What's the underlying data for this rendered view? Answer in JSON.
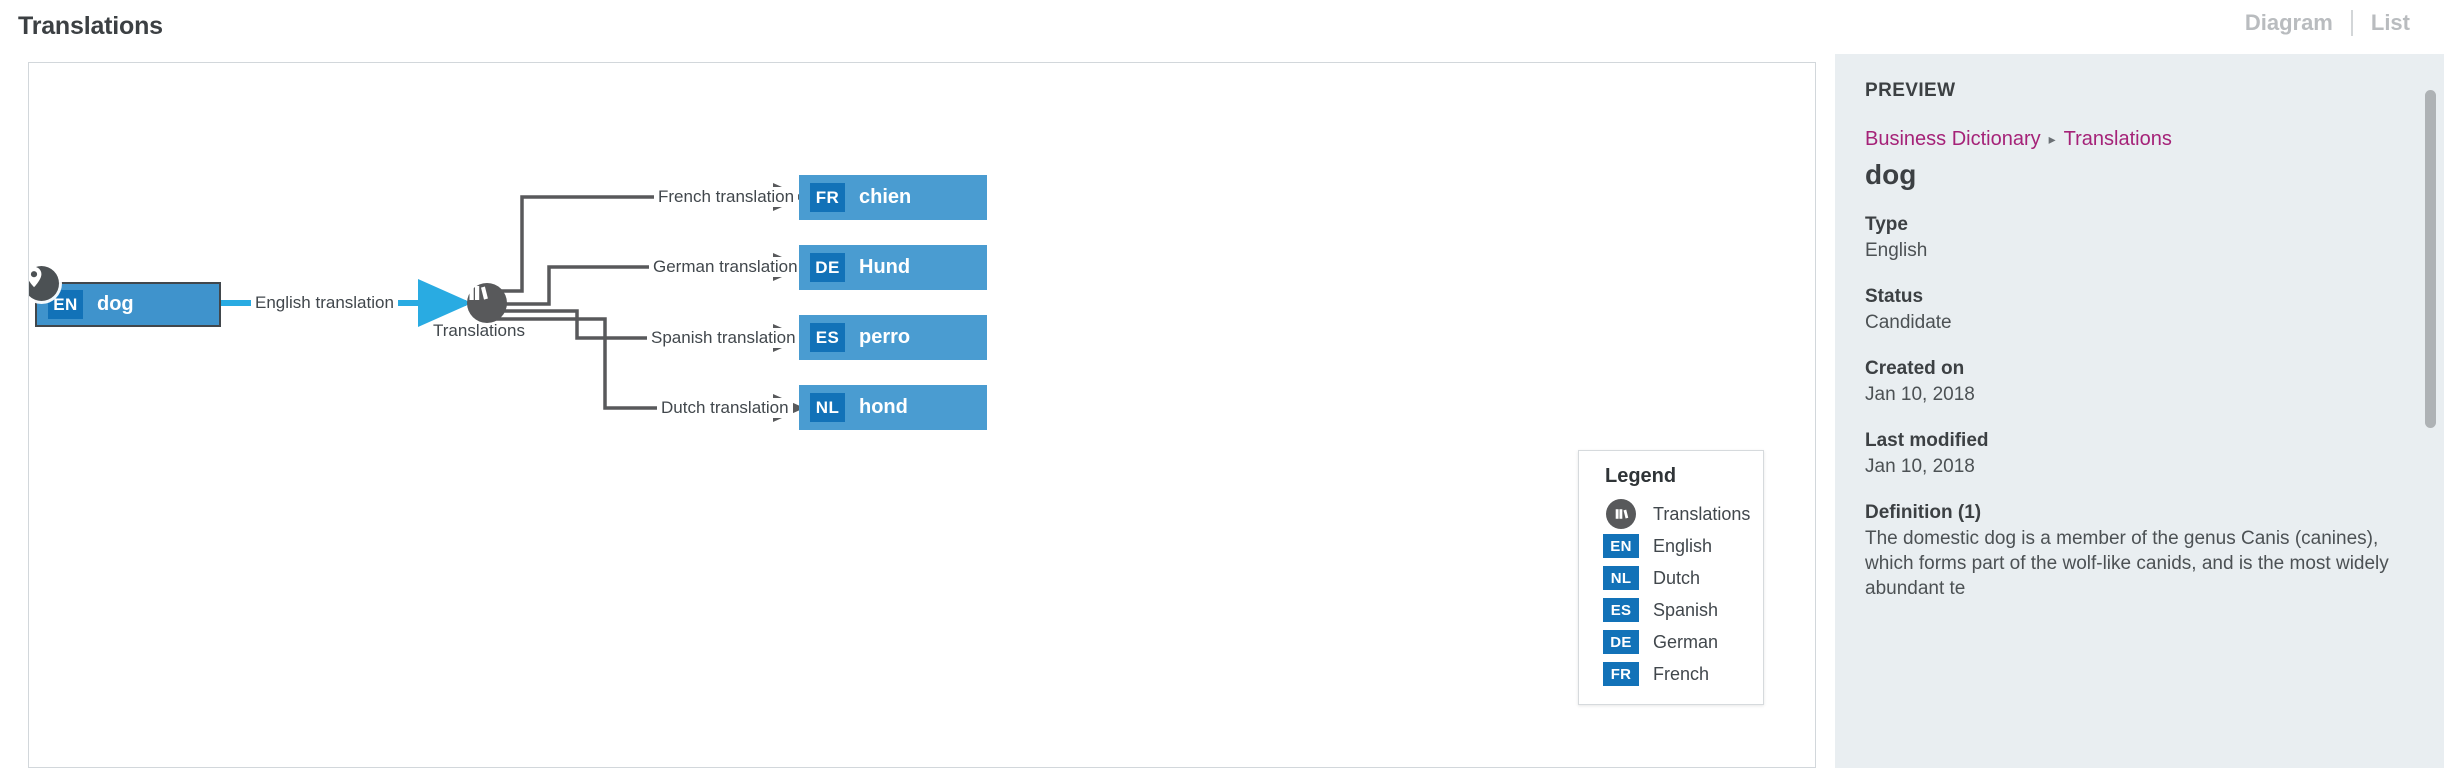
{
  "header": {
    "title": "Translations",
    "views": [
      {
        "label": "Diagram",
        "name": "view-diagram"
      },
      {
        "label": "List",
        "name": "view-list"
      }
    ]
  },
  "colors": {
    "node_fill": "#4a9cd1",
    "badge_fill": "#1272b8",
    "hub_fill": "#58595b",
    "highlight_edge": "#29abe2",
    "edge": "#58595b",
    "breadcrumb_link": "#a52278",
    "panel_bg": "#e9eef1"
  },
  "diagram": {
    "source_node": {
      "badge": "EN",
      "label": "dog",
      "marker_icon": "location-pin-icon"
    },
    "hub": {
      "label": "Translations",
      "icon": "books-icon"
    },
    "highlight_edge_label": "English translation",
    "edges": [
      {
        "label": "French translation",
        "badge": "FR",
        "target": "chien"
      },
      {
        "label": "German translation",
        "badge": "DE",
        "target": "Hund"
      },
      {
        "label": "Spanish translation",
        "badge": "ES",
        "target": "perro"
      },
      {
        "label": "Dutch translation",
        "badge": "NL",
        "target": "hond"
      }
    ]
  },
  "legend": {
    "title": "Legend",
    "items": [
      {
        "symbol": "",
        "label": "Translations",
        "shape": "circle",
        "icon": "books-icon"
      },
      {
        "symbol": "EN",
        "label": "English",
        "shape": "square"
      },
      {
        "symbol": "NL",
        "label": "Dutch",
        "shape": "square"
      },
      {
        "symbol": "ES",
        "label": "Spanish",
        "shape": "square"
      },
      {
        "symbol": "DE",
        "label": "German",
        "shape": "square"
      },
      {
        "symbol": "FR",
        "label": "French",
        "shape": "square"
      }
    ]
  },
  "preview": {
    "heading": "PREVIEW",
    "breadcrumb": [
      "Business Dictionary",
      "Translations"
    ],
    "breadcrumb_separator": "▸",
    "term": "dog",
    "fields": [
      {
        "label": "Type",
        "value": "English"
      },
      {
        "label": "Status",
        "value": "Candidate"
      },
      {
        "label": "Created on",
        "value": "Jan 10, 2018"
      },
      {
        "label": "Last modified",
        "value": "Jan 10, 2018"
      }
    ],
    "definition": {
      "label": "Definition (1)",
      "text": "The domestic dog is a member of the genus Canis (canines), which forms part of the wolf-like canids, and is the most widely abundant te"
    }
  }
}
